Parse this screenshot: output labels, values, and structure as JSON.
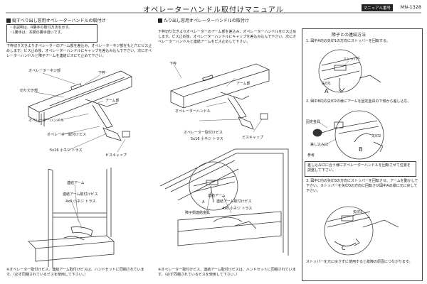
{
  "header": {
    "title": "オペレーターハンドル取付けマニュアル",
    "manual_label": "マニュアル番号",
    "manual_no": "MN-1328"
  },
  "left_section": {
    "heading": "縦すべり出し窓用オペレーターハンドルの取付け",
    "notes": [
      "・本説明は、R勝手の取付方法を示す。",
      "・L勝手は、本図の勝手違いです。"
    ],
    "intro": "下枠切り欠きよりオペレーターのアーム部を差込み、オペレーターネジ部をもと穴にビス止めします。ビス止め後、オペレーターハンドルにキャップを差込み込んで下さい。次にオペレーターハンドルと障子アームを連結ビスにて止めて下さい。",
    "labels": {
      "operator_screw": "オペレーターネジ部",
      "sill": "下枠",
      "cutout": "切り欠き部",
      "arm": "アーム部",
      "handle": "オペレーターハンドル",
      "mount_screw": "オペレーター取付けビス",
      "screw_spec": "5x16 小ネジ トラス",
      "screw_cap": "ビスキャップ",
      "link_arm": "連結アーム",
      "link_screw": "連結アーム取付けビス",
      "link_spec": "4x6 小ネジ トラス"
    },
    "footnote": "※オペレーター取付けビス、連結アーム取付けビスは、ハンドセットに同梱されています。（必ず同梱されているビスを使用して下さい。）"
  },
  "middle_section": {
    "heading": "たり出し窓用オペレーターハンドルの取付け",
    "intro": "下枠切り欠きよりオペレーターのアーム部を差込み、オペレーターハンドルをビス止めします。ビス止め後、オペレーターハンドルにキャップを差込み込んで下さい。次にオペレーターハンドルと連結アームをビス止めして下さい。",
    "labels": {
      "sill": "下枠",
      "arm": "アーム部",
      "handle": "オペレーターハンドル",
      "mount_screw": "オペレーター取付けビス",
      "screw_spec": "5x16 小ネジ トラス",
      "screw_cap": "ビスキャップ",
      "link_arm": "連結アーム",
      "link_screw": "連結アーム取付けビス",
      "link_spec": "4x6 小ネジ トラス",
      "bracket": "障子側連結金具",
      "point_a": "A"
    },
    "footnote": "※オペレーター取付けビス、連結アーム取付けビスは、ハンドセットに同梱されています。（必ず同梱されているビスを使用して下さい。）"
  },
  "right_section": {
    "heading": "障子との連結方法",
    "step1": "1. 図中A内の矢印1の方向にストッパーを回転する。",
    "step2": "2. 図中B内の矢印2の様にアームを固定金具の下側から差し込む。",
    "labels": {
      "stopper": "ストッパー",
      "arrow1": "矢印1",
      "arrow2": "矢印2",
      "arrow3": "矢印3",
      "fixing": "固定金具",
      "insert": "差し込み口",
      "a": "A",
      "b": "B",
      "c": "C"
    },
    "ref_title": "参考",
    "ref_text": "差し込み口に合う様にオペレーターハンドルを回転させて位置を調整して下さい。",
    "step3": "3. 図中C内の矢印3の方向にストッパーを回転させ、アームを動かして下さい。ストッパーを矢印3の方向に回転させ図中Aの様に元に戻して下さい。",
    "closing": "ストッパーを元に戻さずに使用すると故障の原因につながります。"
  }
}
